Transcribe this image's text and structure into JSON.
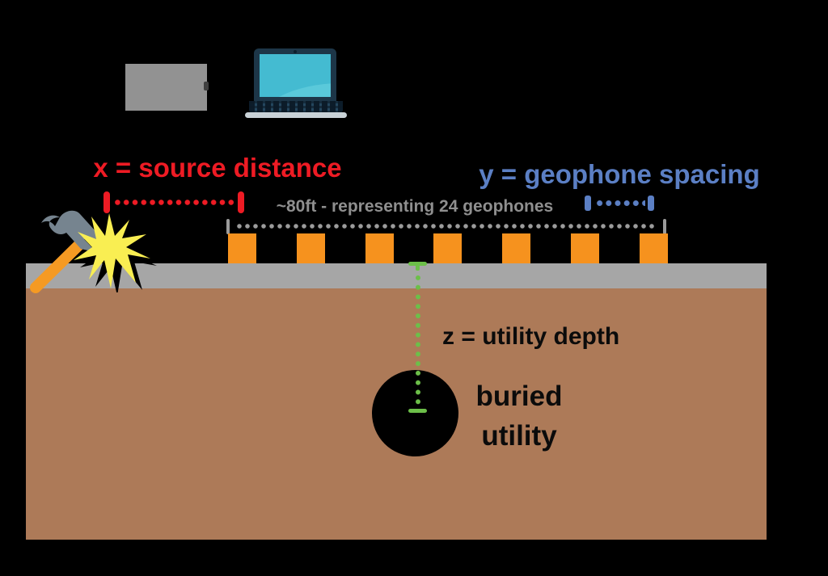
{
  "labels": {
    "source_distance": "x = source distance",
    "geophone_spacing": "y = geophone spacing",
    "spread_length": "~80ft - representing 24 geophones",
    "utility_depth": "z = utility depth",
    "buried_line1": "buried",
    "buried_line2": "utility"
  },
  "scene": {
    "geophones_drawn": 7,
    "icons": [
      "seismograph-box-icon",
      "laptop-icon",
      "hammer-icon",
      "impact-burst-icon",
      "buried-utility-icon"
    ]
  },
  "colors": {
    "background": "#000000",
    "source_red": "#ee1b24",
    "spacing_blue": "#5b7fc4",
    "spread_gray": "#8f8f8f",
    "depth_green": "#6cbf49",
    "geophone_orange": "#f6921e",
    "surface_gray": "#a6a6a6",
    "soil_brown": "#ad7a58",
    "hammer_orange": "#f59a23",
    "hammer_gray": "#76848f",
    "burst_yellow": "#f9ee52",
    "device_gray": "#929292",
    "laptop_navy": "#1d3648",
    "laptop_screen_teal": "#44bbd1",
    "text_black": "#0b0b0b"
  }
}
